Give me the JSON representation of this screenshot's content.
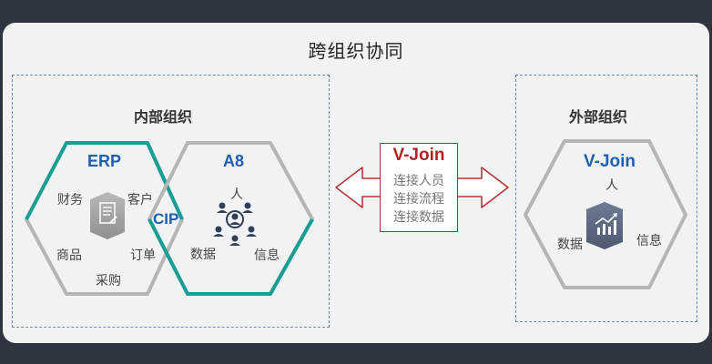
{
  "title": "跨组织协同",
  "internal": {
    "label": "内部组织",
    "erp": {
      "name": "ERP",
      "items": [
        "财务",
        "客户",
        "商品",
        "订单",
        "采购"
      ]
    },
    "cip": "CIP",
    "a8": {
      "name": "A8",
      "items": [
        "人",
        "数据",
        "信息"
      ]
    }
  },
  "vjoin": {
    "name": "V-Join",
    "lines": [
      "连接人员",
      "连接流程",
      "连接数据"
    ]
  },
  "external": {
    "label": "外部组织",
    "name": "V-Join",
    "items": [
      "人",
      "数据",
      "信息"
    ]
  },
  "colors": {
    "teal": "#1a9e93",
    "gray_outline": "#b5b5b5",
    "blue_text": "#1f5fae",
    "red": "#b22222"
  },
  "icons": [
    "document-icon",
    "people-network-icon",
    "growth-chart-icon"
  ]
}
